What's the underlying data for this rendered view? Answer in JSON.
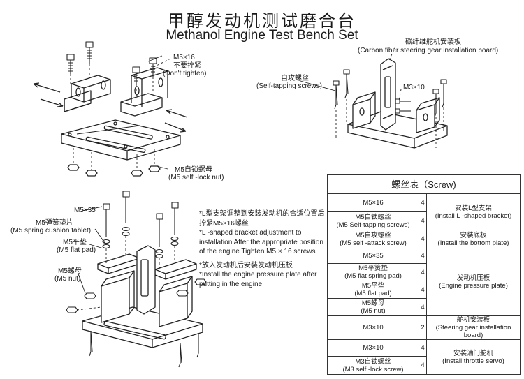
{
  "title": {
    "cn": "甲醇发动机测试磨合台",
    "en": "Methanol Engine Test Bench Set"
  },
  "labels": {
    "m5x16": "M5×16",
    "dont_tighten_cn": "不要拧紧",
    "dont_tighten_en": "(Don't tighten)",
    "m5_lock_nut_cn": "M5自锁螺母",
    "m5_lock_nut_en": "(M5 self -lock nut)",
    "carbon_board_cn": "碳纤维舵机安装板",
    "carbon_board_en": "(Carbon fiber steering gear installation board)",
    "self_tapping_cn": "自攻螺丝",
    "self_tapping_en": "(Self-tapping screws)",
    "m3x10": "M3×10",
    "m5x35": "M5×35",
    "spring_tablet_cn": "M5弹簧垫片",
    "spring_tablet_en": "(M5 spring cushion tablet)",
    "flat_pad_cn": "M5平垫",
    "flat_pad_en": "(M5 flat pad)",
    "m5_nut_cn": "M5螺母",
    "m5_nut_en": "(M5 nut)"
  },
  "notes": {
    "n1_cn": "*L型支架调整到安装发动机的合适位置后拧紧M5×16螺丝",
    "n1_en": "*L -shaped bracket adjustment to installation  After the appropriate position of the engine  Tighten M5 × 16 screws",
    "n2_cn": "*放入发动机后安装发动机压板",
    "n2_en": "*Install the engine pressure plate after putting in the engine"
  },
  "screw_table": {
    "header": "螺丝表（Screw)",
    "rows": [
      {
        "spec": "M5×16",
        "qty": "4"
      },
      {
        "spec_cn": "M5自锁螺丝",
        "spec_en": "(M5 Self-tapping screws)",
        "qty": "4"
      },
      {
        "spec_cn": "M5自攻螺丝",
        "spec_en": "(M5 self -attack screw)",
        "qty": "4"
      },
      {
        "spec": "M5×35",
        "qty": "4"
      },
      {
        "spec_cn": "M5平簧垫",
        "spec_en": "(M5 flat spring pad)",
        "qty": "4"
      },
      {
        "spec_cn": "M5平垫",
        "spec_en": "(M5 flat pad)",
        "qty": "4"
      },
      {
        "spec_cn": "M5螺母",
        "spec_en": "(M5 nut)",
        "qty": "4"
      },
      {
        "spec": "M3×10",
        "qty": "2"
      },
      {
        "spec": "M3×10",
        "qty": "4"
      },
      {
        "spec_cn": "M3自锁螺丝",
        "spec_en": "(M3 self -lock screw)",
        "qty": "4"
      }
    ],
    "uses": [
      {
        "cn": "安装L型支架",
        "en": "(Install L -shaped bracket)"
      },
      {
        "cn": "安装底板",
        "en": "(Install the bottom plate)"
      },
      {
        "cn": "发动机压板",
        "en": "(Engine pressure plate)"
      },
      {
        "cn": "舵机安装板",
        "en": "(Steering gear installation board)"
      },
      {
        "cn": "安装油门舵机",
        "en": "(Install throttle servo)"
      }
    ]
  }
}
